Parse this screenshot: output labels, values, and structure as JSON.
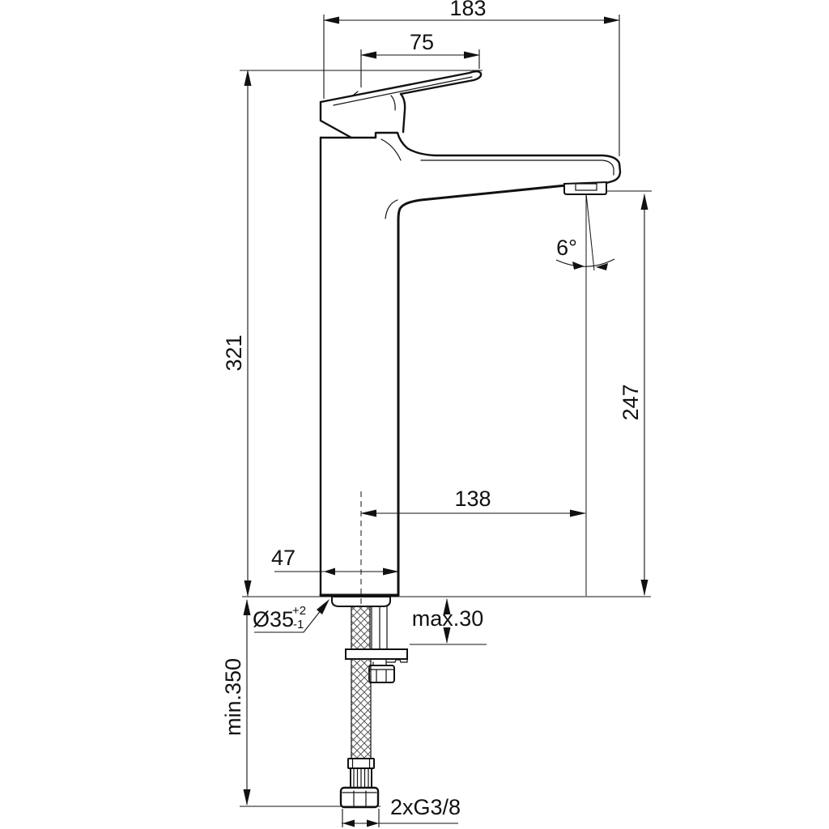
{
  "drawing": {
    "colors": {
      "background": "#ffffff",
      "line": "#111111"
    },
    "dimensions": {
      "overall_depth": "183",
      "lever_length": "75",
      "total_height": "321",
      "outlet_height": "247",
      "spout_reach": "138",
      "body_width": "47",
      "outlet_angle": "6°",
      "hole_diameter": "Ø35",
      "hole_tolerance_plus": "+2",
      "hole_tolerance_minus": "-1",
      "max_deck_thickness": "max.30",
      "min_hose_length": "min.350",
      "supply_connection": "2xG3/8"
    }
  }
}
